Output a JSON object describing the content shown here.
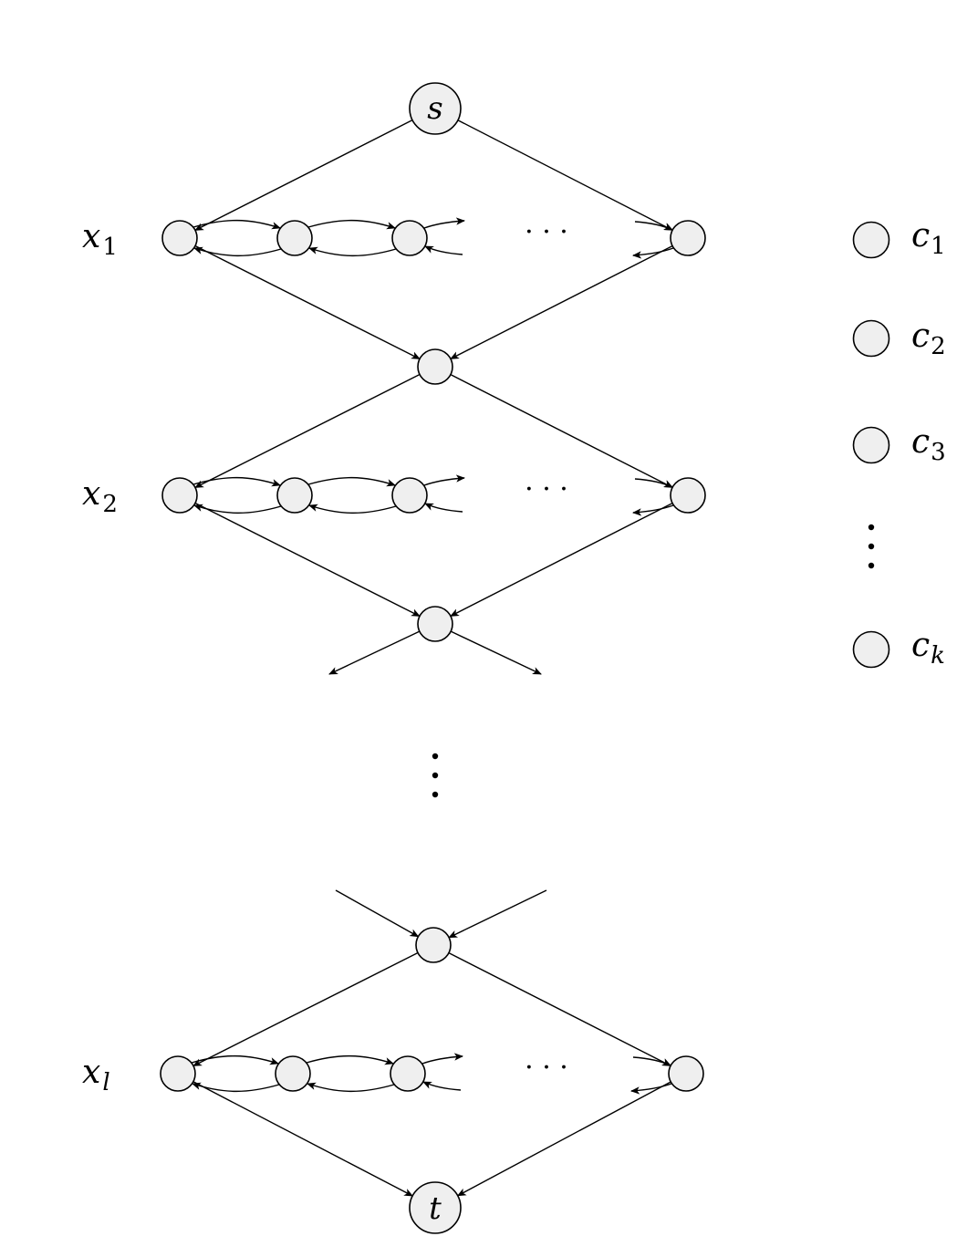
{
  "source_node": {
    "label": "s"
  },
  "sink_node": {
    "label": "t"
  },
  "gadgets": [
    {
      "var": "x",
      "sub": "1",
      "dots": "· · ·"
    },
    {
      "var": "x",
      "sub": "2",
      "dots": "· · ·"
    },
    {
      "var": "x",
      "sub": "l",
      "dots": "· · ·"
    }
  ],
  "clauses": [
    {
      "var": "c",
      "sub": "1"
    },
    {
      "var": "c",
      "sub": "2"
    },
    {
      "var": "c",
      "sub": "3"
    },
    {
      "var": "c",
      "sub": "k"
    }
  ]
}
